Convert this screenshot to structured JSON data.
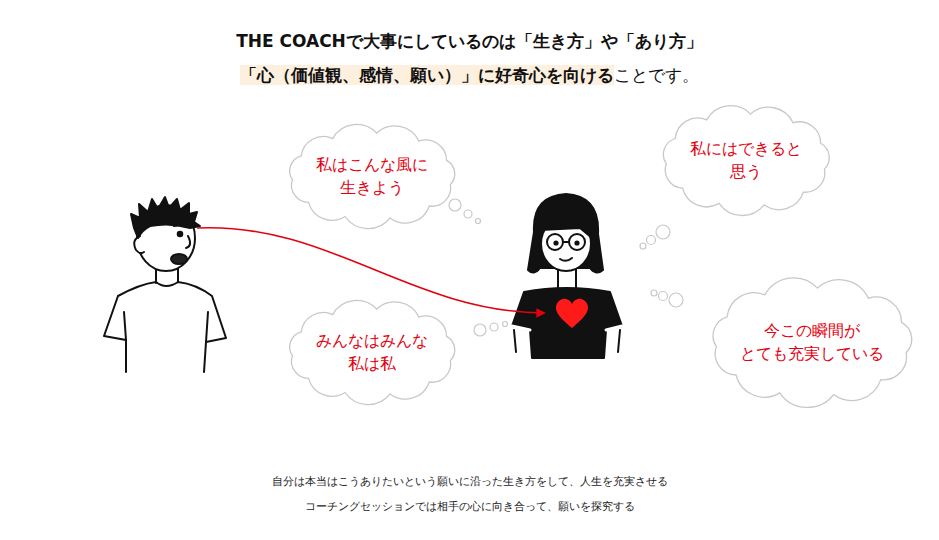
{
  "diagram": {
    "title": "THE COACHで大事にしているのは「生き方」や「あり方」",
    "nodes": [
      {
        "text": [
          "私はこんな風に 生きよう"
        ]
      },
      {
        "text": [
          "私にはできると 思う"
        ]
      },
      {
        "text": [
          "みんなはみんな 私は私"
        ]
      },
      {
        "text": [
          "今この瞬間が とても充実している"
        ]
      }
    ],
    "labels": [
      "「心（価値観、感情、願い）」に好奇心を向ける",
      "ことです。",
      "自分は本当はこうありたいという願いに沿った生き方をして、人生を充実させる",
      "コーチングセッションでは相手の心に向き合って、願いを探究する"
    ]
  }
}
